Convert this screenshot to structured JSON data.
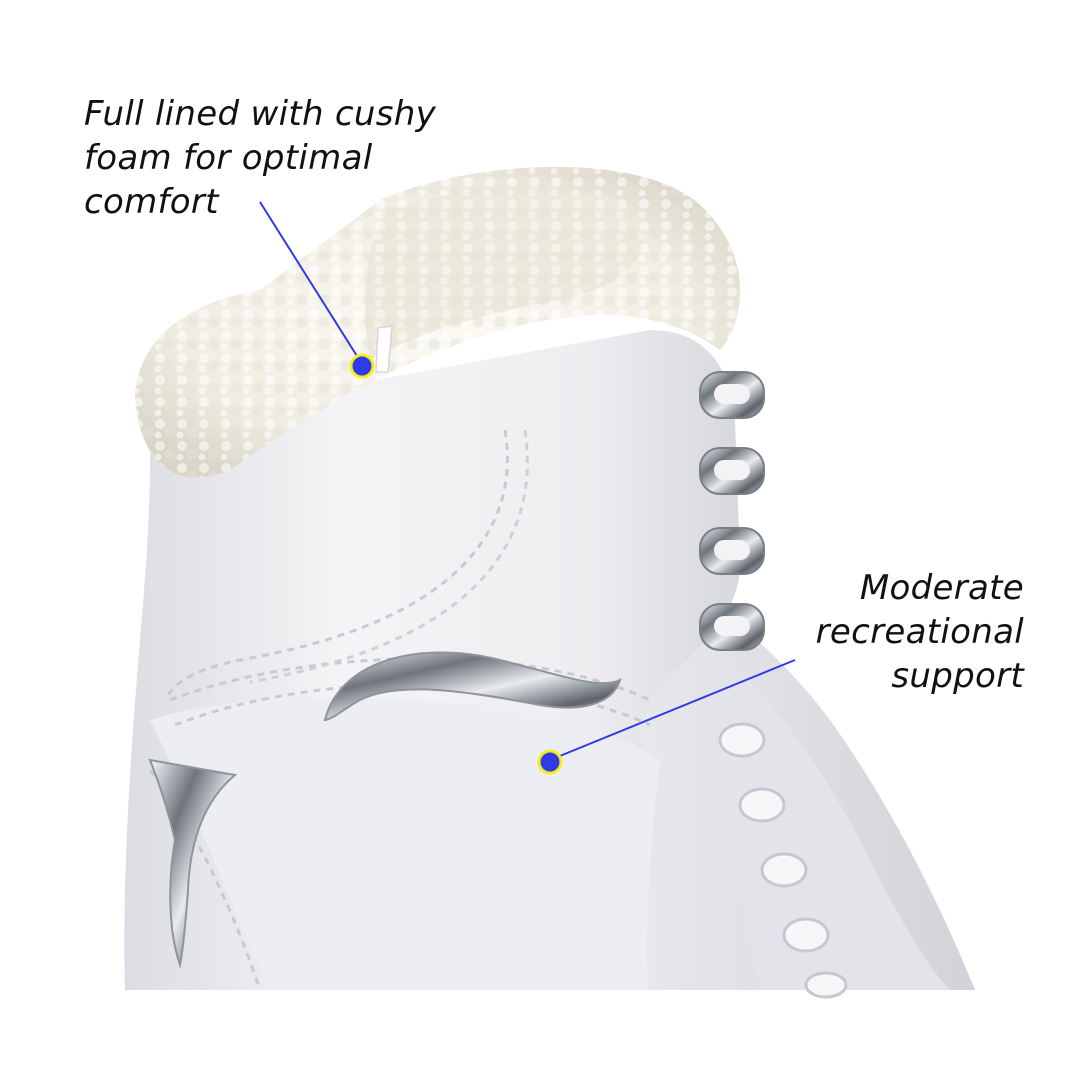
{
  "callouts": {
    "lining": {
      "lines": [
        "Full lined with cushy",
        "foam for optimal",
        "comfort"
      ]
    },
    "support": {
      "lines": [
        "Moderate",
        "recreational",
        "support"
      ]
    }
  },
  "colors": {
    "background": "#ffffff",
    "boot_white": "#f2f2f4",
    "fleece": "#f1eee4",
    "chrome": "#9aa0a8",
    "marker_fill": "#2f3be8",
    "marker_ring": "#f2ef1a",
    "leader_line": "#2f3be8",
    "text": "#111111"
  },
  "icons": {
    "marker": "callout-dot-icon",
    "hook": "lace-hook-icon",
    "eyelet": "lace-eyelet-icon",
    "chrome_accent": "chrome-accent-icon"
  }
}
